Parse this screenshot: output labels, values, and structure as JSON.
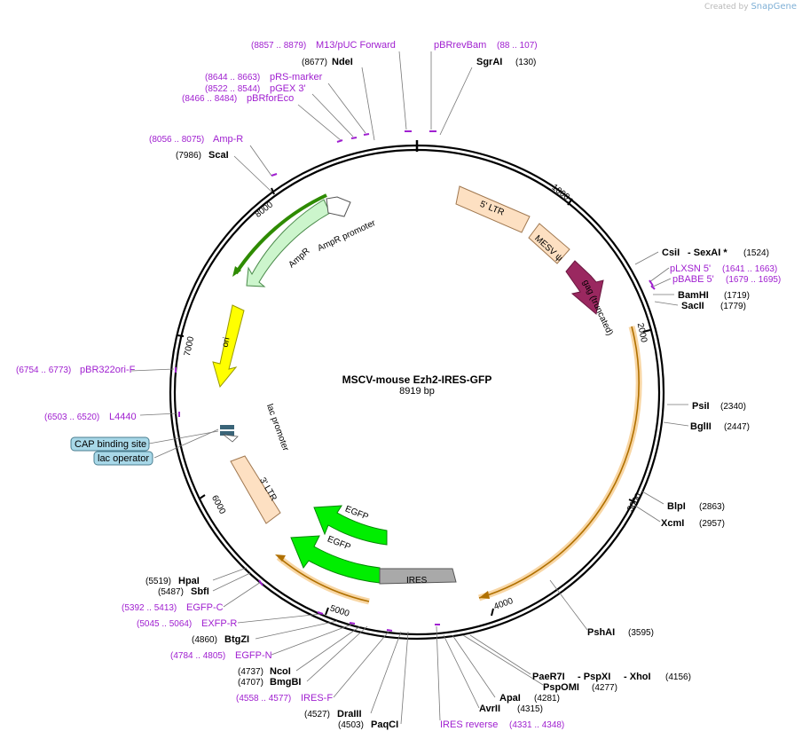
{
  "credit": {
    "prefix": "Created by",
    "brand": "SnapGene"
  },
  "plasmid": {
    "name": "MSCV-mouse Ezh2-IRES-GFP",
    "size": "8919 bp",
    "length": 8919
  },
  "colors": {
    "primer": "#a020d0",
    "amp": "#ccf5cc",
    "ampr_arrow": "#2e8b00",
    "ori": "#ffff00",
    "ltr": "#fde0c2",
    "gag": "#9a2860",
    "egfp": "#00ee00",
    "ires": "#a9a9a9",
    "orange": "#f0a030",
    "blue_box": "#a8d8e8"
  },
  "ticks": [
    "1000",
    "2000",
    "3000",
    "4000",
    "5000",
    "6000",
    "7000",
    "8000"
  ],
  "features": {
    "ltr5": "5' LTR",
    "mesv": "MESV ψ",
    "gag": "gag (truncated)",
    "ampr": "AmpR",
    "ampr_promoter": "AmpR promoter",
    "ori": "ori",
    "lac_promoter": "lac promoter",
    "ltr3": "3' LTR",
    "egfp1": "EGFP",
    "egfp2": "EGFP",
    "ires": "IRES",
    "cap": "CAP binding site",
    "lac_operator": "lac operator"
  },
  "labels": [
    {
      "id": "m13",
      "kind": "primer",
      "name": "M13/pUC Forward",
      "range": "(8857 .. 8879)"
    },
    {
      "id": "pbrrevbam",
      "kind": "primer",
      "name": "pBRrevBam",
      "range": "(88 .. 107)"
    },
    {
      "id": "ndei",
      "kind": "enzyme",
      "name": "NdeI",
      "pos": "(8677)"
    },
    {
      "id": "sgrai",
      "kind": "enzyme",
      "name": "SgrAI",
      "pos": "(130)"
    },
    {
      "id": "prs",
      "kind": "primer",
      "name": "pRS-marker",
      "range": "(8644 .. 8663)"
    },
    {
      "id": "pgex",
      "kind": "primer",
      "name": "pGEX 3'",
      "range": "(8522 .. 8544)"
    },
    {
      "id": "pbrforeco",
      "kind": "primer",
      "name": "pBRforEco",
      "range": "(8466 .. 8484)"
    },
    {
      "id": "ampr_p",
      "kind": "primer",
      "name": "Amp-R",
      "range": "(8056 .. 8075)"
    },
    {
      "id": "scai",
      "kind": "enzyme",
      "name": "ScaI",
      "pos": "(7986)"
    },
    {
      "id": "csi",
      "kind": "enzyme",
      "name": "CsiI",
      "name2": "SexAI *",
      "pos": "(1524)"
    },
    {
      "id": "plxsn",
      "kind": "primer",
      "name": "pLXSN 5'",
      "range": "(1641 .. 1663)"
    },
    {
      "id": "pbabe",
      "kind": "primer",
      "name": "pBABE 5'",
      "range": "(1679 .. 1695)"
    },
    {
      "id": "bamhi",
      "kind": "enzyme",
      "name": "BamHI",
      "pos": "(1719)"
    },
    {
      "id": "sacii",
      "kind": "enzyme",
      "name": "SacII",
      "pos": "(1779)"
    },
    {
      "id": "psii",
      "kind": "enzyme",
      "name": "PsiI",
      "pos": "(2340)"
    },
    {
      "id": "bglii",
      "kind": "enzyme",
      "name": "BglII",
      "pos": "(2447)"
    },
    {
      "id": "blpi",
      "kind": "enzyme",
      "name": "BlpI",
      "pos": "(2863)"
    },
    {
      "id": "xcmi",
      "kind": "enzyme",
      "name": "XcmI",
      "pos": "(2957)"
    },
    {
      "id": "pshai",
      "kind": "enzyme",
      "name": "PshAI",
      "pos": "(3595)"
    },
    {
      "id": "paer7i",
      "kind": "enzyme",
      "name": "PaeR7I",
      "name2": "PspXI",
      "name3": "XhoI",
      "pos": "(4156)"
    },
    {
      "id": "pspomi",
      "kind": "enzyme",
      "name": "PspOMI",
      "pos": "(4277)"
    },
    {
      "id": "apai",
      "kind": "enzyme",
      "name": "ApaI",
      "pos": "(4281)"
    },
    {
      "id": "avrii",
      "kind": "enzyme",
      "name": "AvrII",
      "pos": "(4315)"
    },
    {
      "id": "iresrev",
      "kind": "primer",
      "name": "IRES reverse",
      "range": "(4331 .. 4348)"
    },
    {
      "id": "pbr322",
      "kind": "primer",
      "name": "pBR322ori-F",
      "range": "(6754 .. 6773)"
    },
    {
      "id": "l4440",
      "kind": "primer",
      "name": "L4440",
      "range": "(6503 .. 6520)"
    },
    {
      "id": "hpai",
      "kind": "enzyme",
      "name": "HpaI",
      "pos": "(5519)"
    },
    {
      "id": "sbfi",
      "kind": "enzyme",
      "name": "SbfI",
      "pos": "(5487)"
    },
    {
      "id": "egfpc",
      "kind": "primer",
      "name": "EGFP-C",
      "range": "(5392 .. 5413)"
    },
    {
      "id": "exfpr",
      "kind": "primer",
      "name": "EXFP-R",
      "range": "(5045 .. 5064)"
    },
    {
      "id": "btgzi",
      "kind": "enzyme",
      "name": "BtgZI",
      "pos": "(4860)"
    },
    {
      "id": "egfpn",
      "kind": "primer",
      "name": "EGFP-N",
      "range": "(4784 .. 4805)"
    },
    {
      "id": "ncoi",
      "kind": "enzyme",
      "name": "NcoI",
      "pos": "(4737)"
    },
    {
      "id": "bmgbi",
      "kind": "enzyme",
      "name": "BmgBI",
      "pos": "(4707)"
    },
    {
      "id": "iresf",
      "kind": "primer",
      "name": "IRES-F",
      "range": "(4558 .. 4577)"
    },
    {
      "id": "draiii",
      "kind": "enzyme",
      "name": "DraIII",
      "pos": "(4527)"
    },
    {
      "id": "paqci",
      "kind": "enzyme",
      "name": "PaqCI",
      "pos": "(4503)"
    }
  ]
}
